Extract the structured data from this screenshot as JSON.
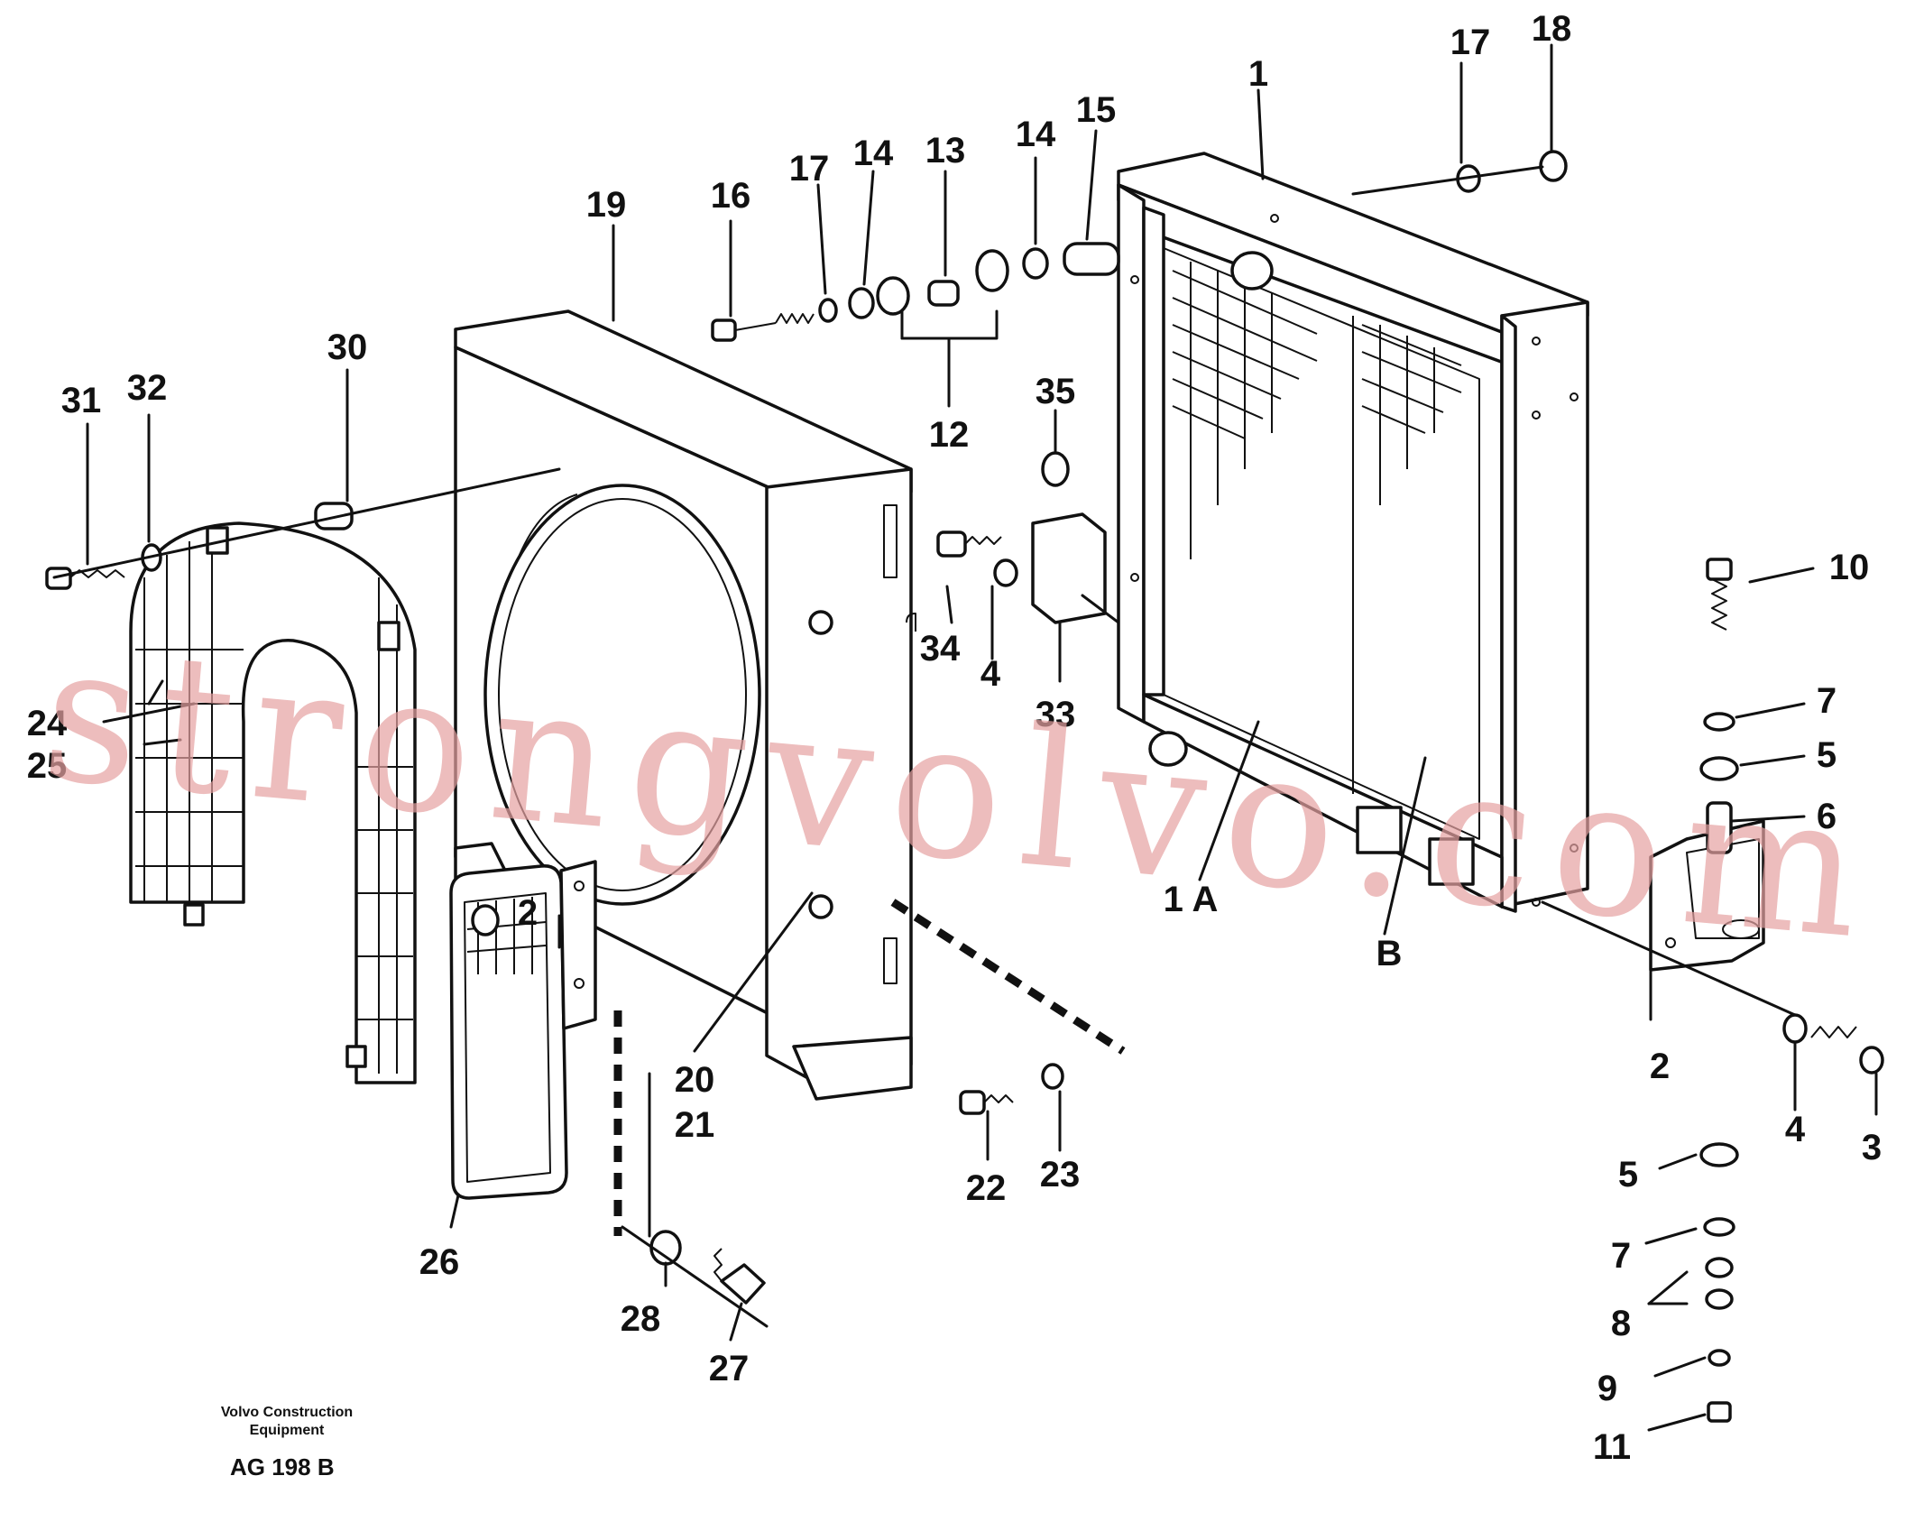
{
  "diagram": {
    "callouts": [
      "1",
      "1 A",
      "B",
      "2",
      "2",
      "3",
      "4",
      "4",
      "5",
      "5",
      "6",
      "7",
      "7",
      "8",
      "9",
      "10",
      "11",
      "12",
      "13",
      "14",
      "14",
      "15",
      "16",
      "17",
      "17",
      "18",
      "19",
      "20",
      "21",
      "22",
      "23",
      "24",
      "25",
      "26",
      "27",
      "28",
      "30",
      "31",
      "32",
      "33",
      "34",
      "35"
    ],
    "publisher_line1": "Volvo Construction",
    "publisher_line2": "Equipment",
    "figure_ref": "AG 198 B",
    "watermark": "strongvolvo.com"
  },
  "colors": {
    "line": "#111111",
    "watermark": "#e6a1a1",
    "background": "#ffffff"
  }
}
